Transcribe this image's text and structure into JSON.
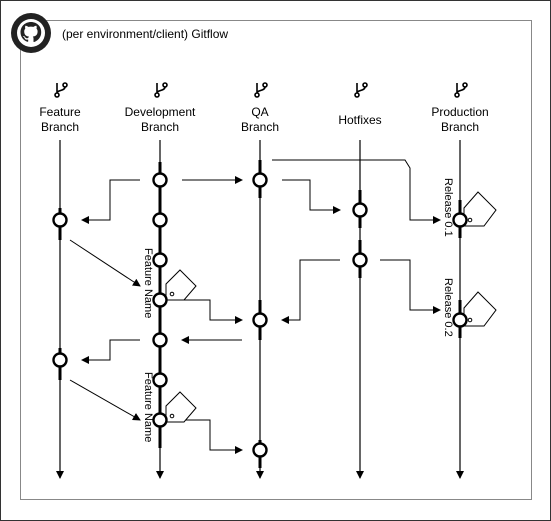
{
  "title": "(per environment/client) Gitflow",
  "logo_icon": "github-icon",
  "branch_icon": "git-branch-icon",
  "columns": [
    {
      "id": "feature",
      "line1": "Feature",
      "line2": "Branch"
    },
    {
      "id": "development",
      "line1": "Development",
      "line2": "Branch"
    },
    {
      "id": "qa",
      "line1": "QA",
      "line2": "Branch"
    },
    {
      "id": "hotfixes",
      "line1": "Hotfixes",
      "line2": ""
    },
    {
      "id": "production",
      "line1": "Production",
      "line2": "Branch"
    }
  ],
  "labels": {
    "feature_name_1": "Feature Name",
    "feature_name_2": "Feature Name",
    "release_1": "Release 0.1",
    "release_2": "Release 0.2"
  }
}
